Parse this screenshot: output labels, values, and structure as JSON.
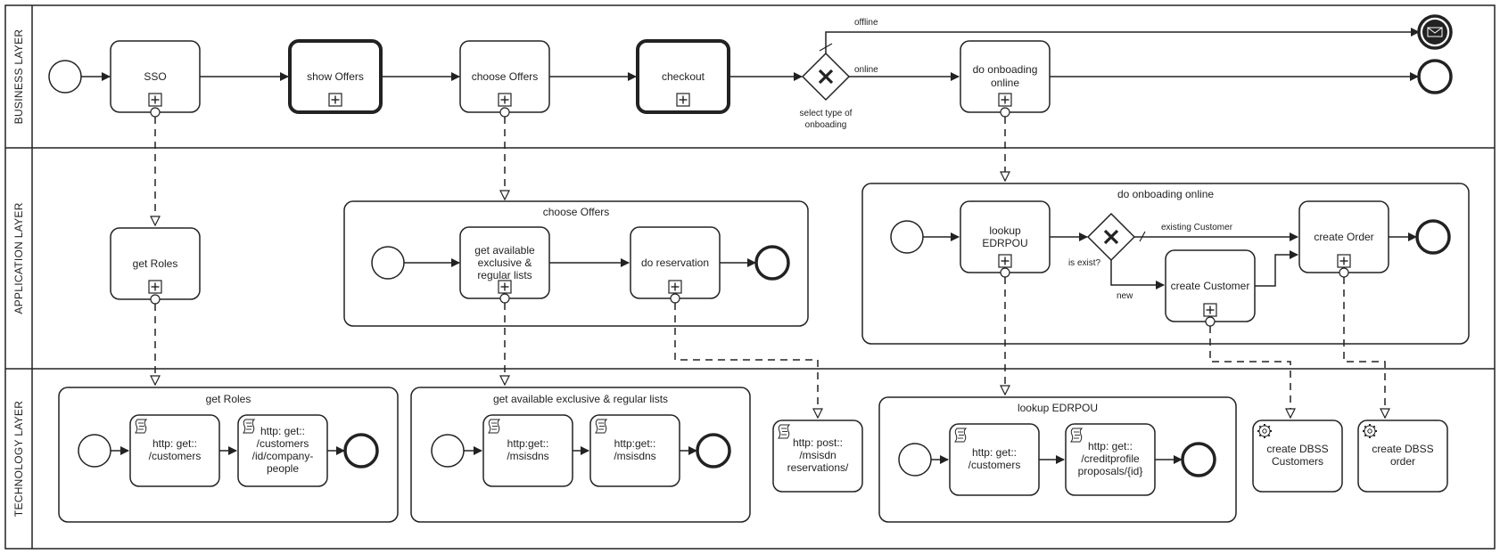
{
  "lanes": {
    "business": "BUSINESS LAYER",
    "application": "APPLICATION LAYER",
    "technology": "TECHNOLOGY LAYER"
  },
  "business": {
    "sso": "SSO",
    "show_offers": "show Offers",
    "choose_offers": "choose Offers",
    "checkout": "checkout",
    "gateway_label_1": "select type of",
    "gateway_label_2": "onboading",
    "flow_offline": "offline",
    "flow_online": "online",
    "onboarding_1": "do onboading",
    "onboarding_2": "online"
  },
  "application": {
    "get_roles": "get Roles",
    "choose_offers_title": "choose Offers",
    "get_lists_1": "get available",
    "get_lists_2": "exclusive &",
    "get_lists_3": "regular lists",
    "do_reservation": "do reservation",
    "onboarding_title": "do onboading online",
    "lookup_1": "lookup",
    "lookup_2": "EDRPOU",
    "is_exist": "is exist?",
    "existing_customer": "existing Customer",
    "new": "new",
    "create_customer": "create Customer",
    "create_order": "create Order"
  },
  "technology": {
    "get_roles_title": "get Roles",
    "t1_1": "http: get::",
    "t1_2": "/customers",
    "t2_1": "http: get::",
    "t2_2": "/customers",
    "t2_3": "/id/company-",
    "t2_4": "people",
    "lists_title": "get available exclusive & regular lists",
    "t3_1": "http:get::",
    "t3_2": "/msisdns",
    "t4_1": "http:get::",
    "t4_2": "/msisdns",
    "post_1": "http: post::",
    "post_2": "/msisdn",
    "post_3": "reservations/",
    "lookup_title": "lookup EDRPOU",
    "t5_1": "http: get::",
    "t5_2": "/customers",
    "t6_1": "http: get::",
    "t6_2": "/creditprofile",
    "t6_3": "proposals/{id}",
    "dbss_cust_1": "create DBSS",
    "dbss_cust_2": "Customers",
    "dbss_order_1": "create DBSS",
    "dbss_order_2": "order"
  },
  "icons": {
    "subprocess": "subprocess-marker-icon",
    "script": "script-task-icon",
    "service": "service-task-gear-icon",
    "gateway": "exclusive-gateway-x-icon",
    "message_end": "message-end-event-icon"
  }
}
